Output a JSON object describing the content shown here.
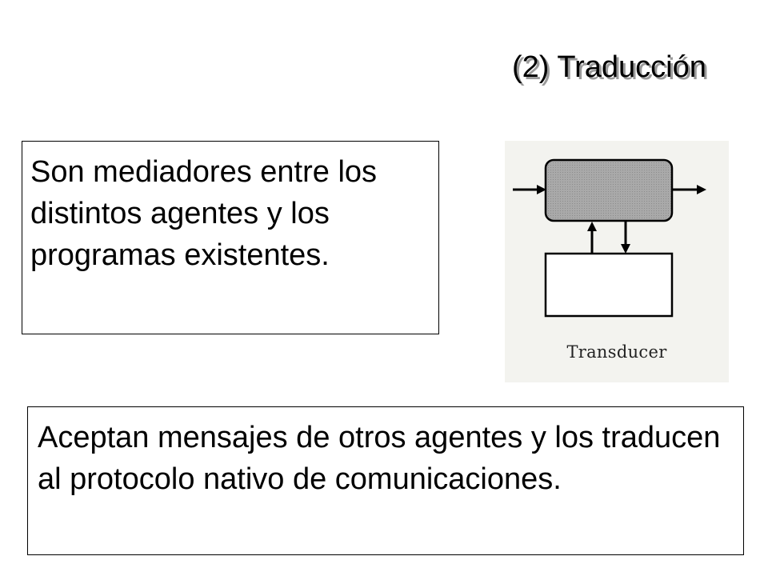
{
  "title": "(2) Traducción",
  "box_top": {
    "text": "Son mediadores entre los distintos agentes y los programas existentes."
  },
  "box_bottom": {
    "text": "Aceptan mensajes de otros agentes y los traducen al protocolo nativo de comunicaciones."
  },
  "diagram": {
    "caption": "Transducer",
    "colors": {
      "background": "#f3f3ef",
      "transducer_fill": "#a9a9a9",
      "line": "#000000"
    }
  }
}
